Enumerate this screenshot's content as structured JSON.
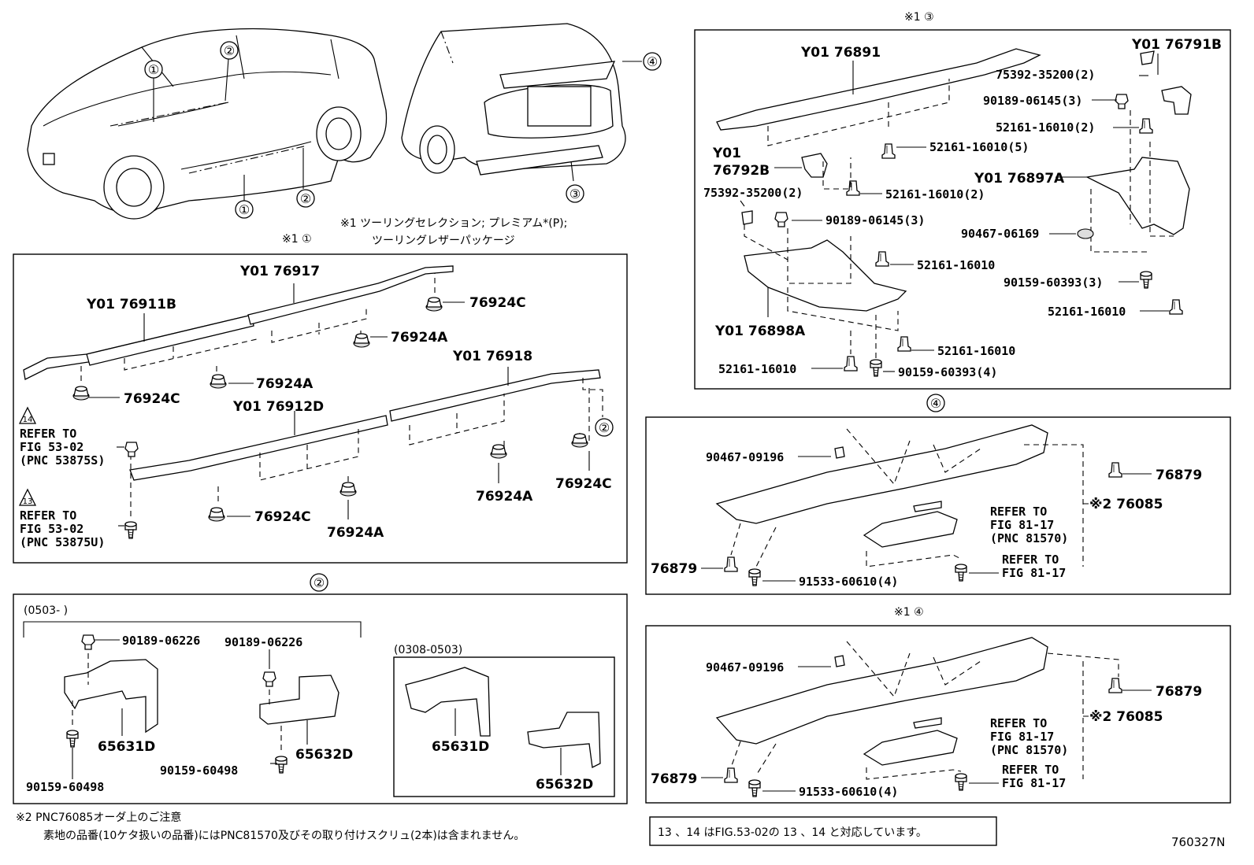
{
  "figure_id": "760327N",
  "callouts": {
    "c1": "①",
    "c2": "②",
    "c3": "③",
    "c4": "④"
  },
  "headings": {
    "sec1": "※1 ①",
    "sec2": "②",
    "sec3": "※1 ③",
    "sec4a": "④",
    "sec4b": "※1 ④"
  },
  "note1": {
    "line1": "※1 ツーリングセレクション; プレミアム*(P);",
    "line2": "ツーリングレザーパッケージ"
  },
  "note2": {
    "line1": "※2 PNC76085オーダ上のご注意",
    "line2": "素地の品番(10ケタ扱いの品番)にはPNC81570及びその取り付けスクリュ(2本)は含まれません。"
  },
  "note3": "13 、14 はFIG.53-02の 13 、14 と対応しています。",
  "refer_badges": {
    "b13": "13",
    "b14": "14"
  },
  "section1": {
    "labels": [
      "Y01 76917",
      "Y01 76911B",
      "76924C",
      "76924A",
      "76924C",
      "76924A",
      "Y01 76918",
      "Y01 76912D",
      "76924C",
      "76924A",
      "76924A",
      "76924C"
    ],
    "refer14": [
      "REFER TO",
      "FIG 53-02",
      "(PNC 53875S)"
    ],
    "refer13": [
      "REFER TO",
      "FIG 53-02",
      "(PNC 53875U)"
    ]
  },
  "section2": {
    "range_a": "(0503-      )",
    "range_b": "(0308-0503)",
    "labels": [
      "90189-06226",
      "90189-06226",
      "65631D",
      "65632D",
      "90159-60498",
      "90159-60498",
      "65631D",
      "65632D"
    ]
  },
  "section3": {
    "labels": [
      "Y01 76891",
      "Y01 76791B",
      "75392-35200(2)",
      "90189-06145(3)",
      "52161-16010(2)",
      "52161-16010(5)",
      "Y01",
      "76792B",
      "52161-16010(2)",
      "Y01 76897A",
      "75392-35200(2)",
      "90189-06145(3)",
      "90467-06169",
      "52161-16010",
      "90159-60393(3)",
      "52161-16010",
      "Y01 76898A",
      "52161-16010",
      "52161-16010",
      "90159-60393(4)"
    ]
  },
  "section4a": {
    "labels": [
      "90467-09196",
      "76879",
      "※2 76085",
      "76879",
      "91533-60610(4)"
    ],
    "refer1": [
      "REFER TO",
      "FIG 81-17",
      "(PNC 81570)"
    ],
    "refer2": [
      "REFER TO",
      "FIG 81-17"
    ]
  },
  "section4b": {
    "labels": [
      "90467-09196",
      "76879",
      "※2 76085",
      "76879",
      "91533-60610(4)"
    ],
    "refer1": [
      "REFER TO",
      "FIG 81-17",
      "(PNC 81570)"
    ],
    "refer2": [
      "REFER TO",
      "FIG 81-17"
    ]
  }
}
